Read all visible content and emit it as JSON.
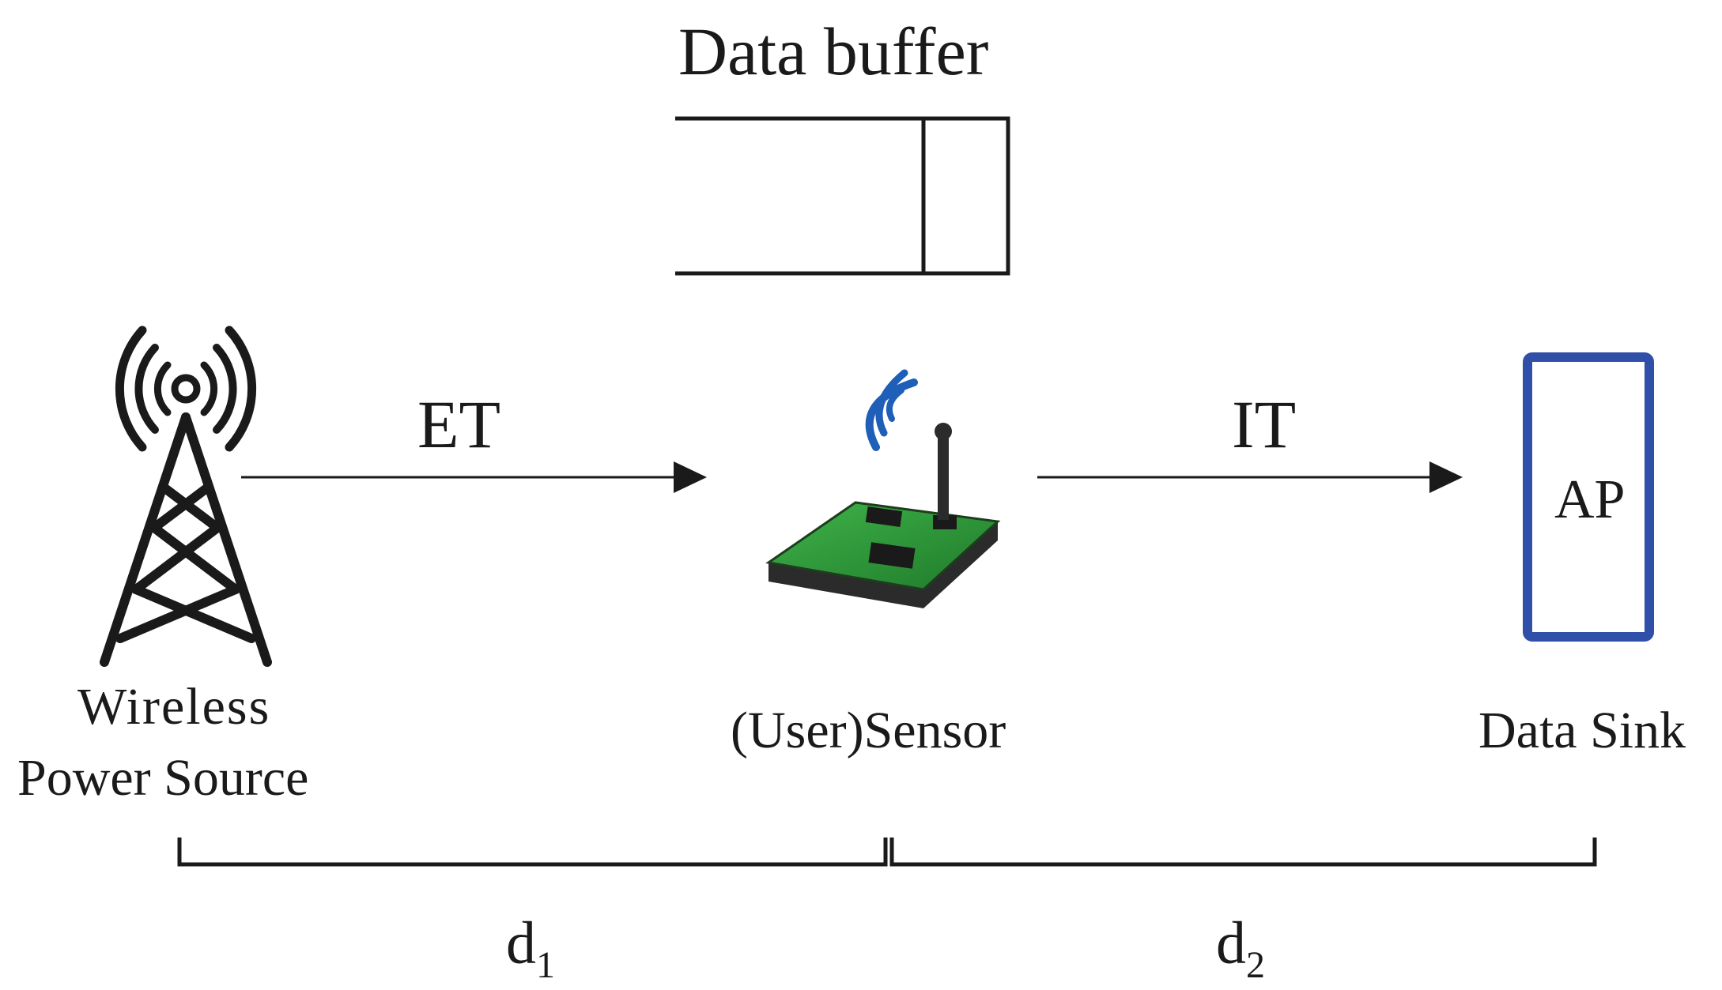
{
  "buffer": {
    "title": "Data buffer"
  },
  "links": {
    "energy_transfer": "ET",
    "information_transfer": "IT"
  },
  "nodes": {
    "source": {
      "line1": "Wireless",
      "line2": "Power Source",
      "icon": "tower-antenna-icon"
    },
    "sensor": {
      "label": "(User)Sensor",
      "icon": "wireless-sensor-board-icon"
    },
    "sink": {
      "label": "Data Sink",
      "box_text": "AP"
    }
  },
  "distances": {
    "d1": {
      "base": "d",
      "sub": "1"
    },
    "d2": {
      "base": "d",
      "sub": "2"
    }
  },
  "colors": {
    "ap_box": "#2f4fa8",
    "signal_waves": "#1f5fb8",
    "board_green": "#2e9a3a",
    "stroke": "#1a1a1a"
  }
}
